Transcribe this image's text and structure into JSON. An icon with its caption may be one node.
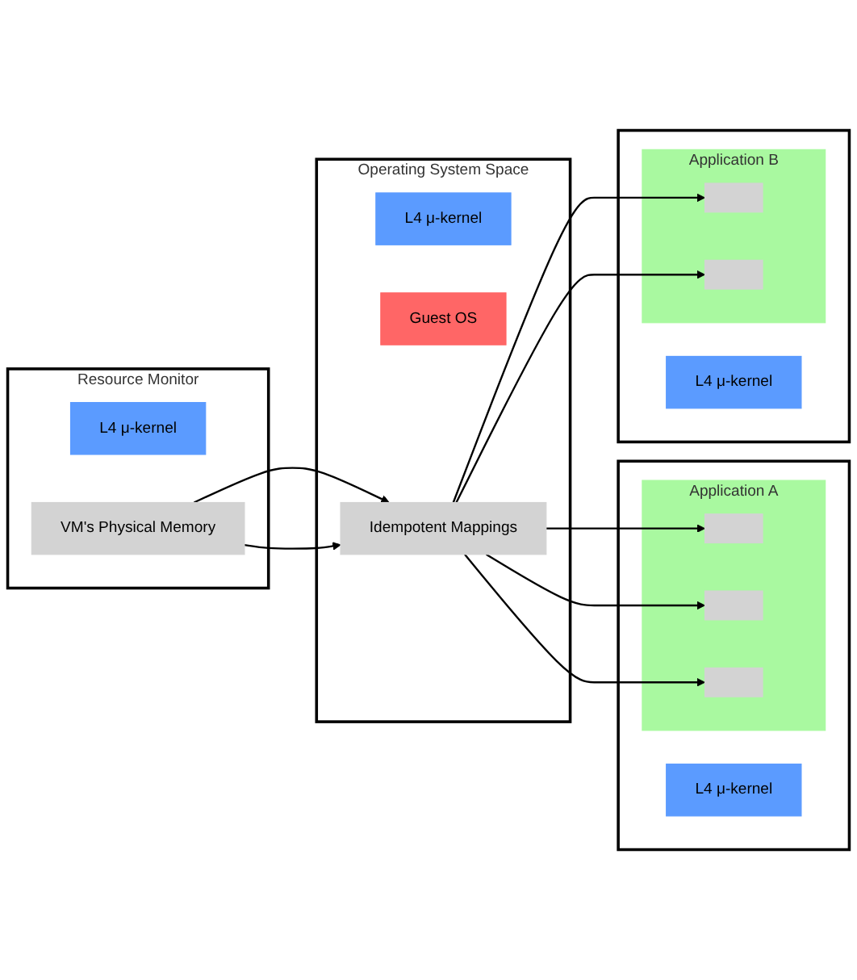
{
  "diagram": {
    "nodes": [
      {
        "text": [
          "Resource Monitor"
        ]
      },
      {
        "text": [
          "L4 μ-kernel"
        ],
        "in": 0
      },
      {
        "text": [
          "VM's Physical Memory"
        ],
        "in": 0
      },
      {
        "text": [
          "Operating System Space"
        ]
      },
      {
        "text": [
          "L4 μ-kernel"
        ],
        "in": 3
      },
      {
        "text": [
          "Guest OS"
        ],
        "in": 3
      },
      {
        "text": [
          "Idempotent Mappings"
        ],
        "in": 3
      },
      {
        "text": [],
        "shape": "box"
      },
      {
        "text": [
          "L4 μ-kernel"
        ],
        "in": 7
      },
      {
        "text": [
          "Application A"
        ],
        "in": 7
      },
      {
        "text": [],
        "shape": "bar",
        "in": 9
      },
      {
        "text": [],
        "shape": "bar",
        "in": 9
      },
      {
        "text": [],
        "shape": "bar",
        "in": 9
      },
      {
        "text": [],
        "shape": "box"
      },
      {
        "text": [
          "L4 μ-kernel"
        ],
        "in": 13
      },
      {
        "text": [
          "Application B"
        ],
        "in": 13
      },
      {
        "text": [],
        "shape": "bar",
        "in": 15
      },
      {
        "text": [],
        "shape": "bar",
        "in": 15
      }
    ],
    "edges": [
      {
        "from": 2,
        "to": 6,
        "arrow": "to"
      },
      {
        "from": 2,
        "to": 6,
        "arrow": "to"
      },
      {
        "from": 6,
        "to": 10,
        "arrow": "to"
      },
      {
        "from": 6,
        "to": 11,
        "arrow": "to"
      },
      {
        "from": 6,
        "to": 12,
        "arrow": "to"
      },
      {
        "from": 6,
        "to": 16,
        "arrow": "to"
      },
      {
        "from": 6,
        "to": 17,
        "arrow": "to"
      }
    ]
  }
}
